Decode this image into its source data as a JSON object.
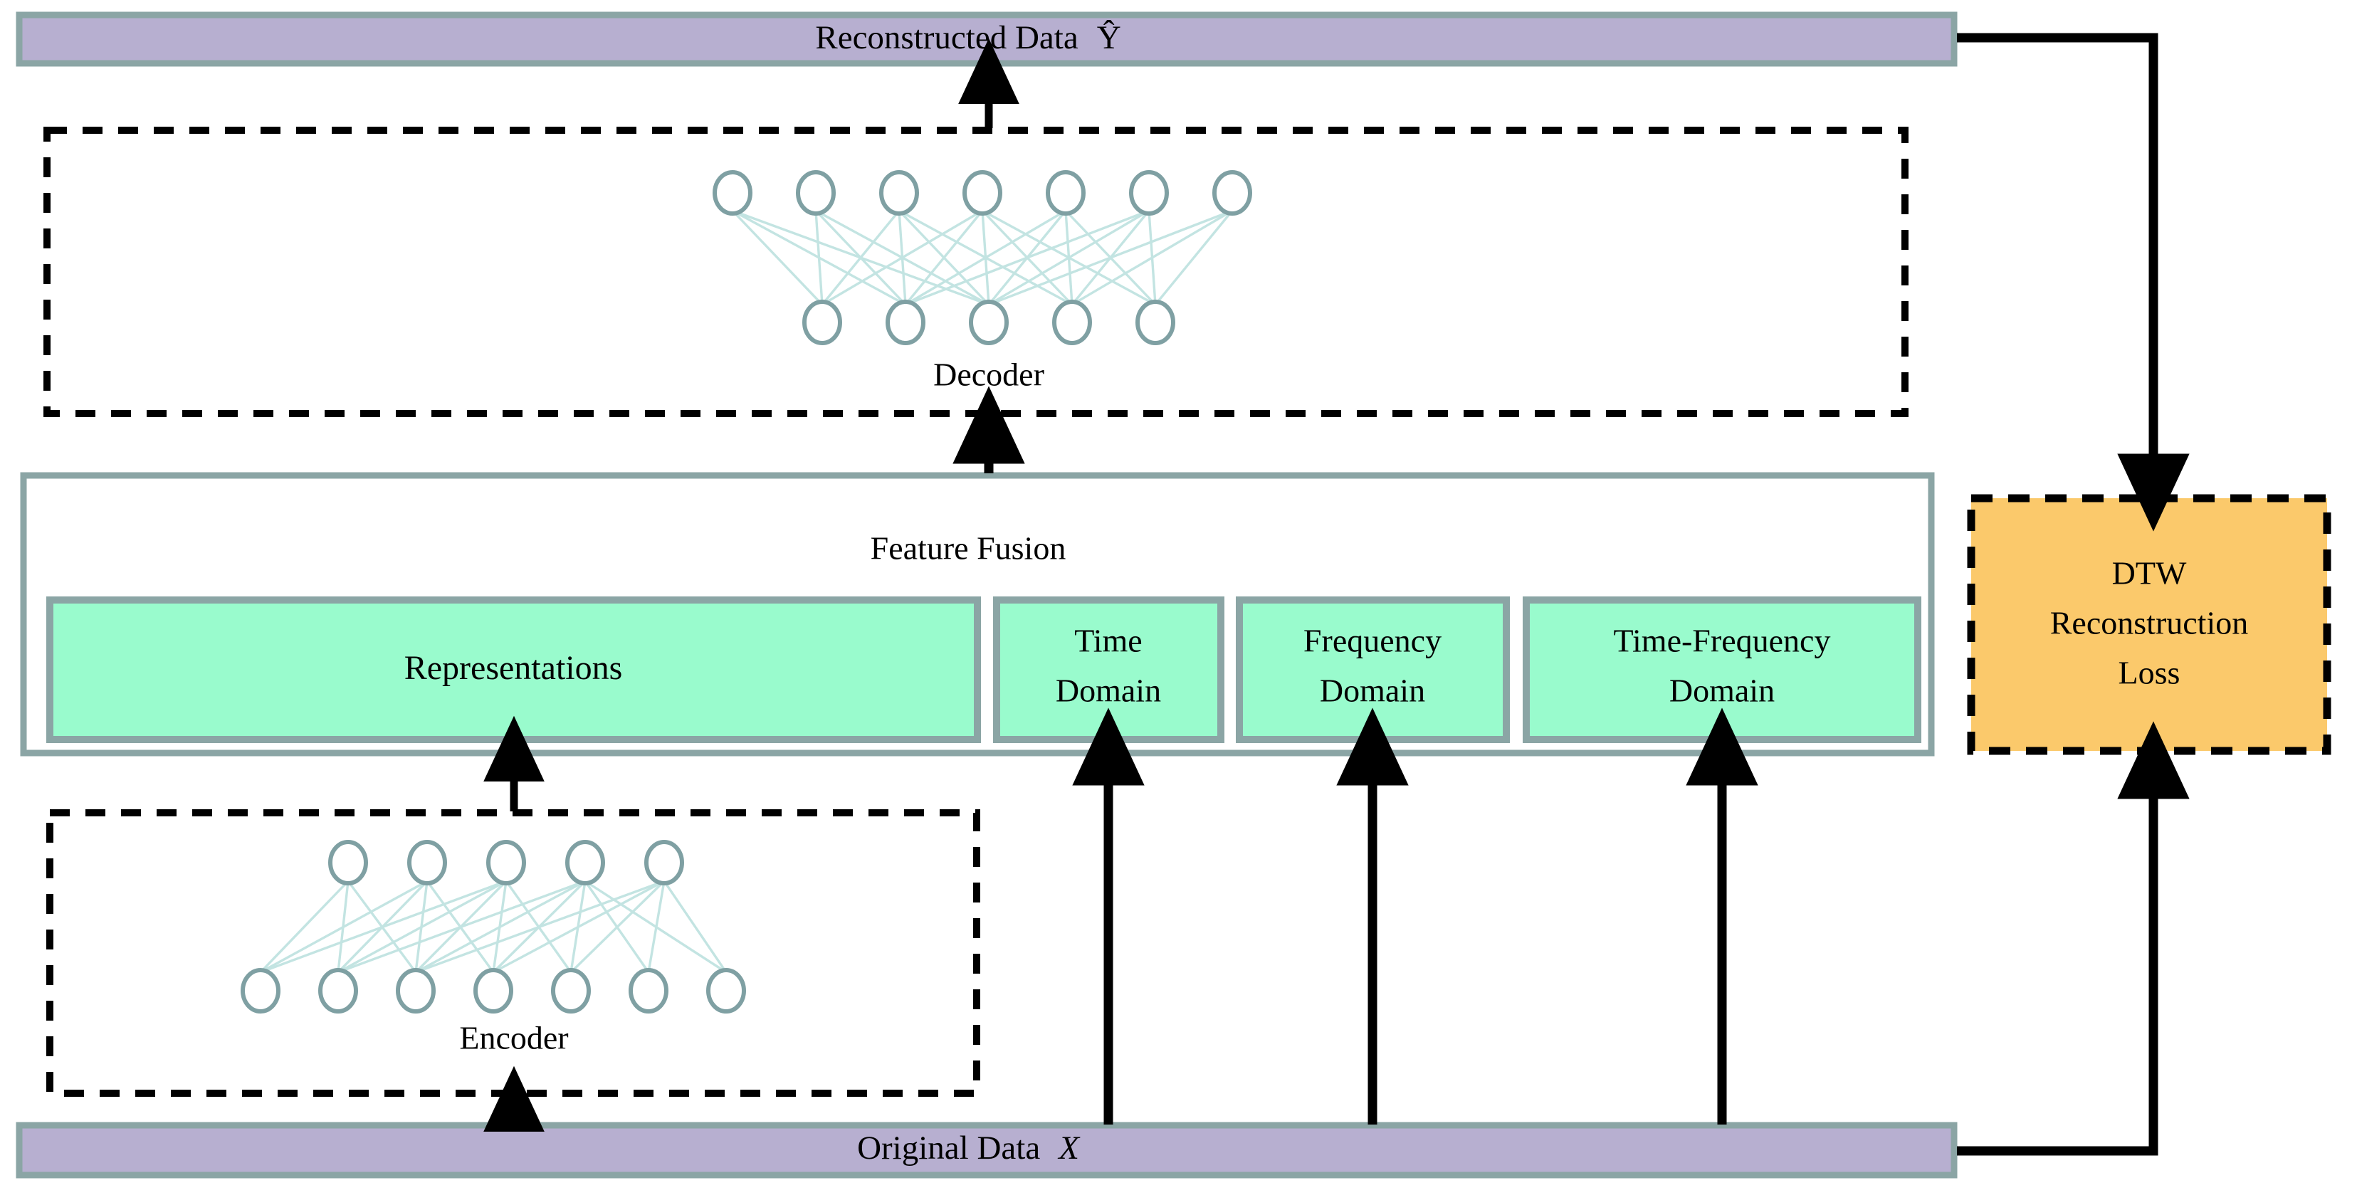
{
  "diagram": {
    "title": "Autoencoder with multi-domain feature fusion and DTW reconstruction loss",
    "colors": {
      "bar_fill": "#b7afd0",
      "bar_border": "#8ba5a5",
      "green_fill": "#99fbcd",
      "green_border": "#8ba5a5",
      "loss_fill": "#fbc96b",
      "loss_border": "#000000",
      "node_stroke": "#7fa0a3",
      "edge_stroke": "#c3e4e2",
      "arrow": "#000000",
      "dashed_border": "#000000"
    }
  },
  "top_bar": {
    "label": "Reconstructed Data",
    "symbol": "Ŷ"
  },
  "decoder": {
    "label": "Decoder",
    "top_layer_nodes": 7,
    "bottom_layer_nodes": 5
  },
  "feature_fusion": {
    "label": "Feature Fusion",
    "representations": {
      "label": "Representations"
    },
    "domains": [
      {
        "line1": "Time",
        "line2": "Domain"
      },
      {
        "line1": "Frequency",
        "line2": "Domain"
      },
      {
        "line1": "Time-Frequency",
        "line2": "Domain"
      }
    ]
  },
  "encoder": {
    "label": "Encoder",
    "top_layer_nodes": 5,
    "bottom_layer_nodes": 7
  },
  "loss_block": {
    "line1": "DTW",
    "line2": "Reconstruction",
    "line3": "Loss"
  },
  "bottom_bar": {
    "label": "Original Data",
    "symbol": "X"
  }
}
